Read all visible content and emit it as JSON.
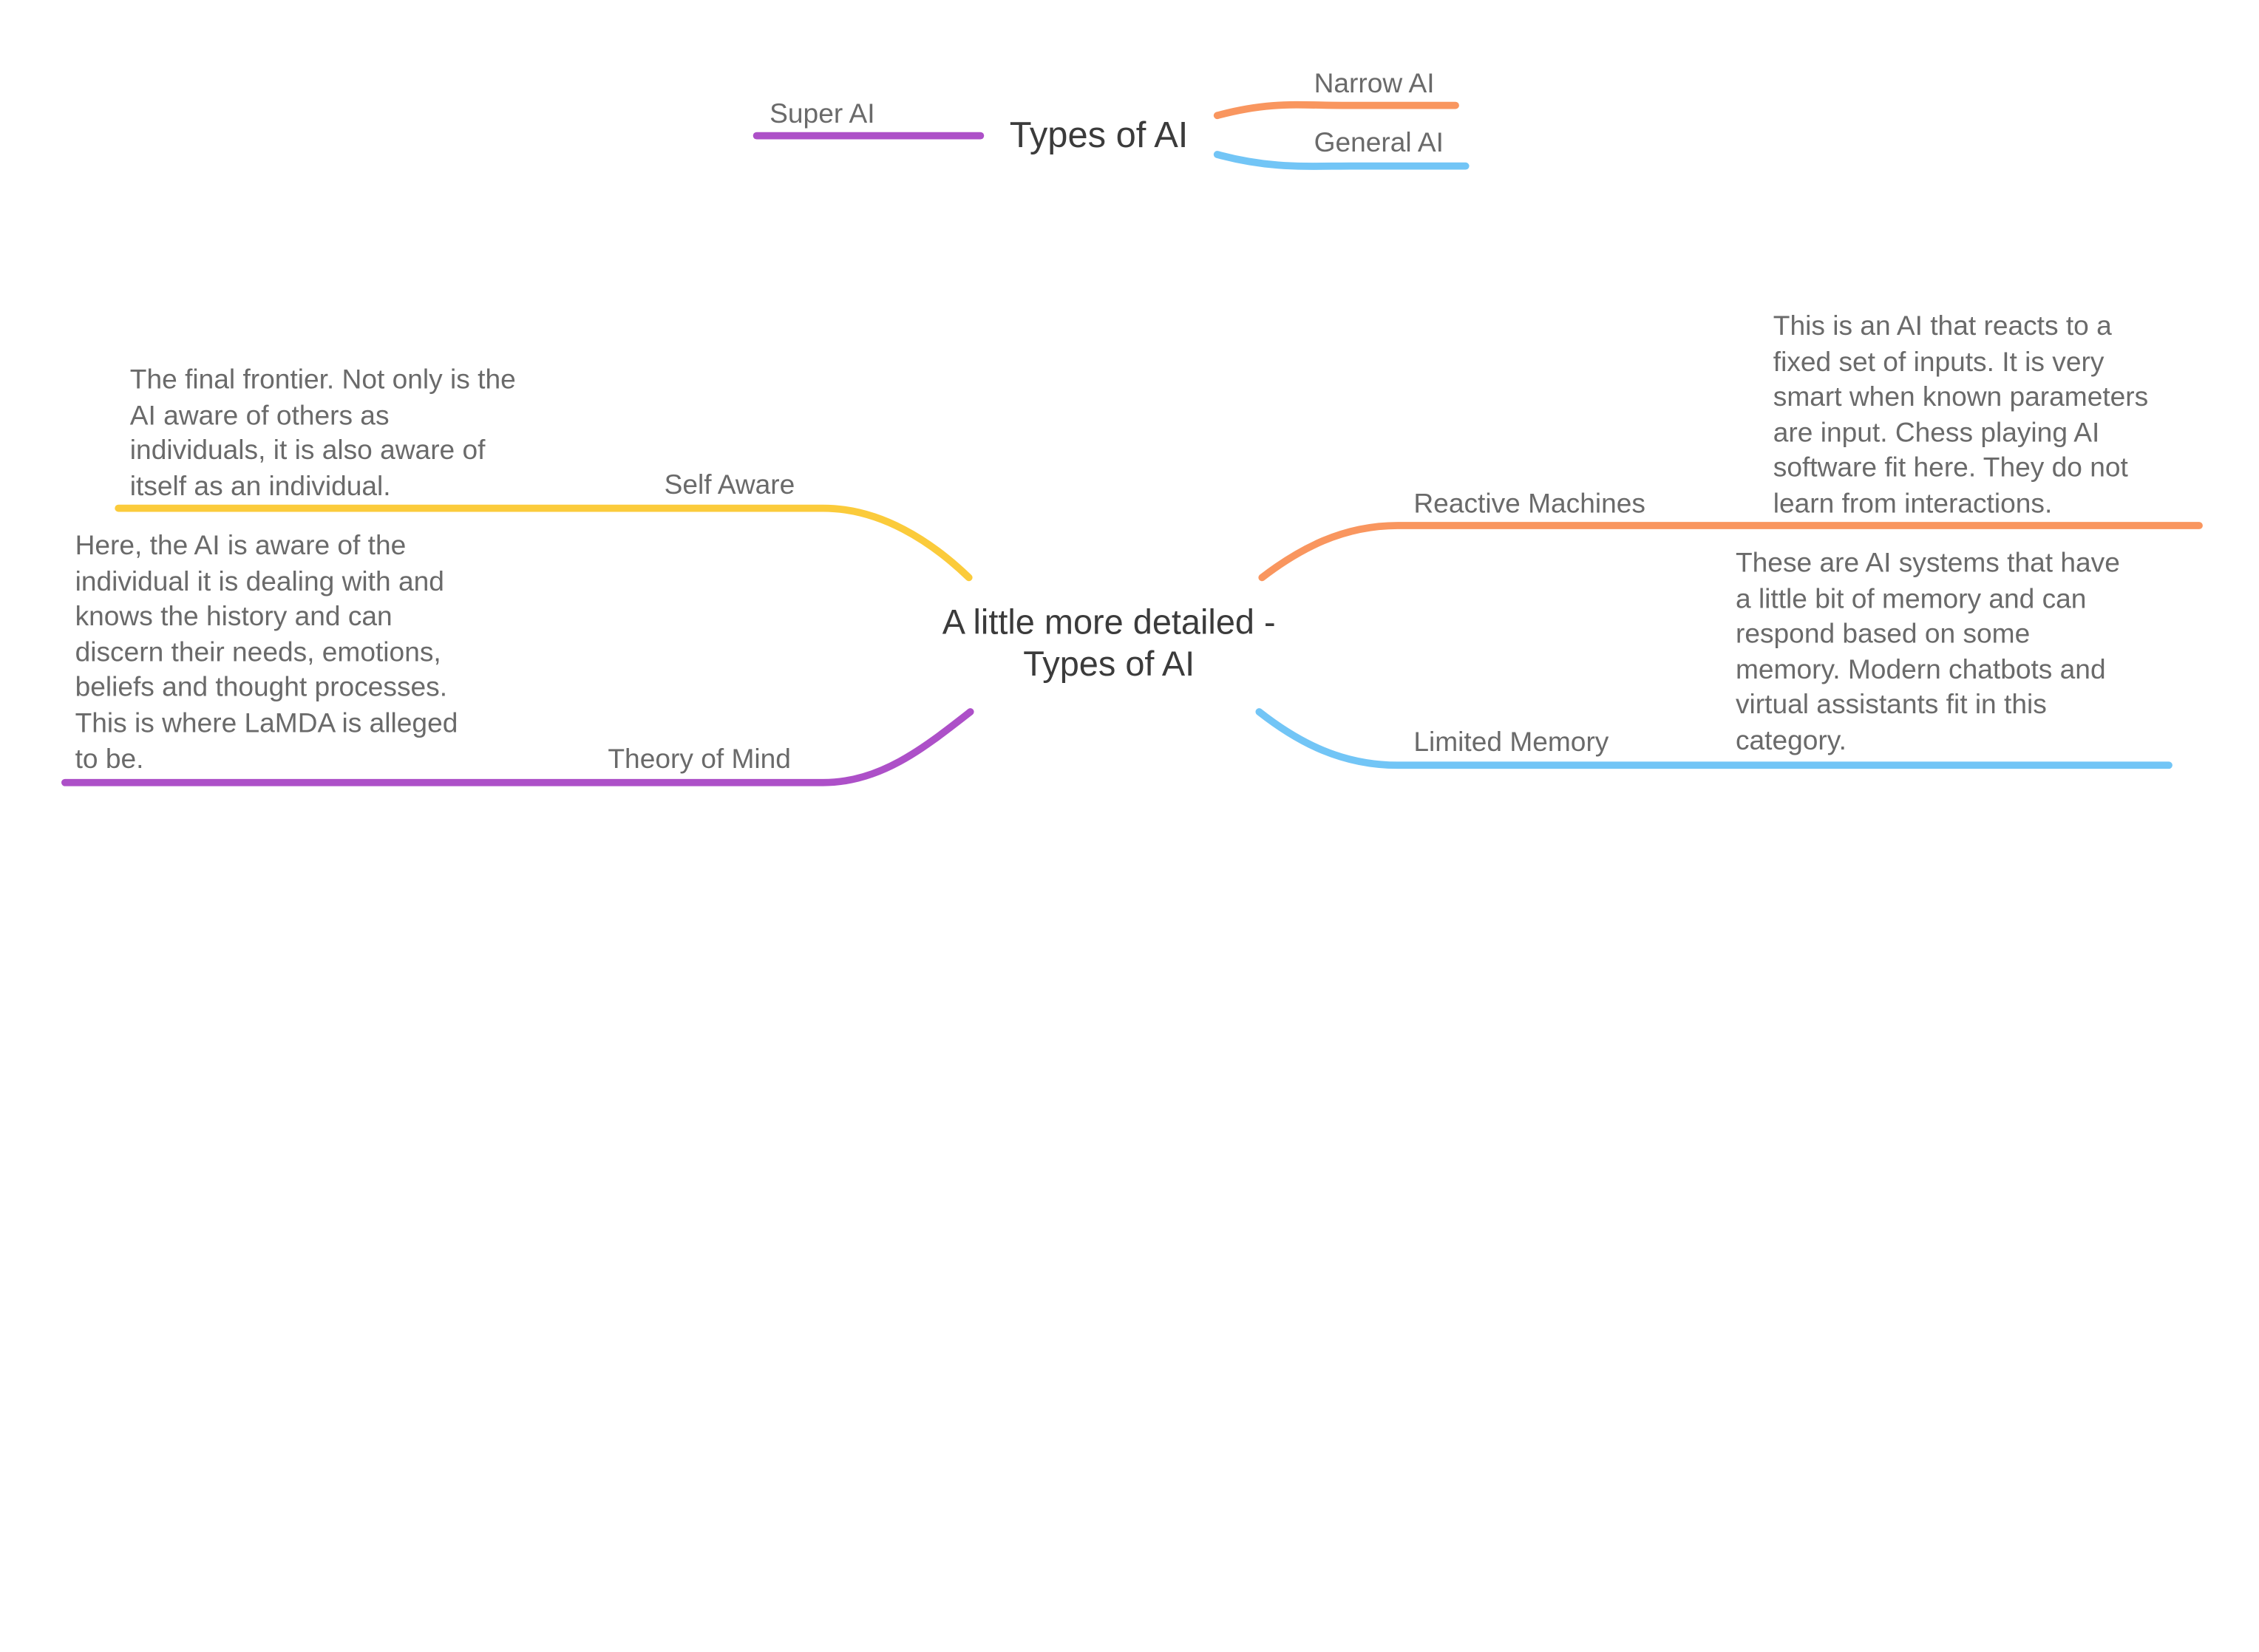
{
  "colors": {
    "orange": "#f9965f",
    "blue": "#72c5f6",
    "purple": "#ad50c8",
    "yellow": "#fbcb3b",
    "topic_text": "#3b3b3b",
    "branch_text": "#6a6a6a"
  },
  "map1": {
    "central": "Types of AI",
    "branches": {
      "narrow": "Narrow AI",
      "general": "General AI",
      "super": "Super AI"
    }
  },
  "map2": {
    "central": "A little more detailed -\nTypes of AI",
    "branches": {
      "reactive": {
        "label": "Reactive Machines",
        "note": "This is an AI that reacts to a\nfixed set of inputs. It is very\nsmart when known parameters\nare input. Chess playing AI\nsoftware fit here. They do not\nlearn from interactions."
      },
      "limited": {
        "label": "Limited Memory",
        "note": "These are AI systems that have\na little bit of memory and can\nrespond based on some\nmemory. Modern chatbots and\nvirtual assistants fit in this\ncategory."
      },
      "self_aware": {
        "label": "Self Aware",
        "note": "The final frontier. Not only is the\nAI aware of others as\nindividuals, it is also aware of\nitself as an individual."
      },
      "theory_of_mind": {
        "label": "Theory of Mind",
        "note": "Here, the AI is aware of the\nindividual it is dealing with and\nknows the history and can\ndiscern their needs, emotions,\nbeliefs and thought processes.\nThis is where LaMDA is alleged\nto be."
      }
    }
  }
}
